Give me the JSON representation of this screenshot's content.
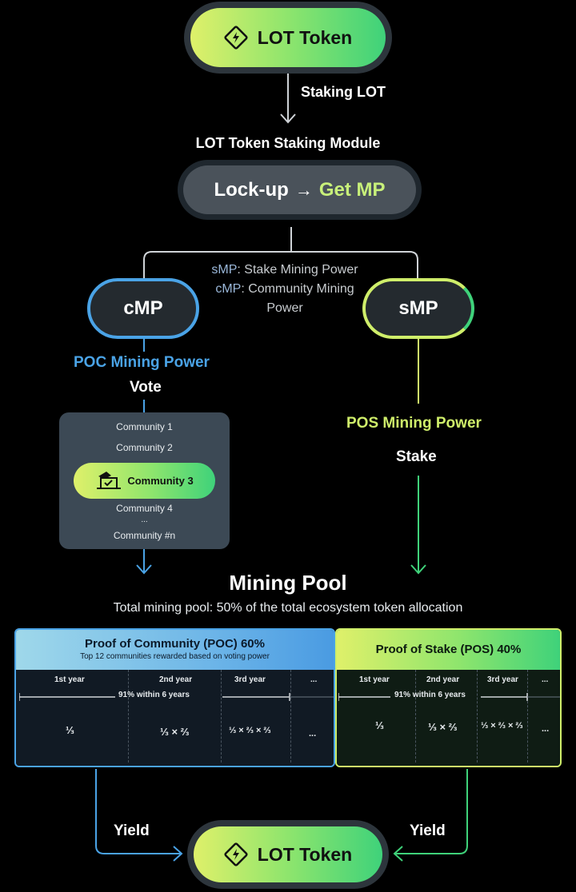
{
  "top_token": {
    "label": "LOT Token"
  },
  "staking_label": "Staking LOT",
  "module_title": "LOT Token Staking Module",
  "lockup": {
    "left": "Lock-up",
    "arrow": "→",
    "right": "Get MP"
  },
  "legend": {
    "line1_abbr": "sMP",
    "line1_text": ": Stake Mining Power",
    "line2_abbr": "cMP",
    "line2_text": ": Community Mining Power"
  },
  "cmp": {
    "label": "cMP",
    "title": "POC Mining Power",
    "action": "Vote"
  },
  "smp": {
    "label": "sMP",
    "title": "POS Mining Power",
    "action": "Stake"
  },
  "communities": [
    "Community 1",
    "Community 2",
    "Community 3",
    "Community 4",
    "...",
    "Community #n"
  ],
  "selected_community": "Community 3",
  "mining_pool": {
    "title": "Mining Pool",
    "subtitle": "Total mining pool: 50% of the total ecosystem token allocation"
  },
  "poc_table": {
    "title": "Proof of Community (POC) 60%",
    "subtitle": "Top 12 communities rewarded based on voting power",
    "headers": [
      "1st year",
      "2nd year",
      "3rd year",
      "..."
    ],
    "span_label": "91% within 6 years",
    "values": [
      "⅓",
      "⅓ × ⅔",
      "⅓ × ⅔ × ⅔",
      "..."
    ]
  },
  "pos_table": {
    "title": "Proof of Stake (POS) 40%",
    "headers": [
      "1st year",
      "2nd year",
      "3rd year",
      "..."
    ],
    "span_label": "91% within 6 years",
    "values": [
      "⅓",
      "⅓ × ⅔",
      "⅓ × ⅔ × ⅔",
      "..."
    ]
  },
  "yield_left": "Yield",
  "yield_right": "Yield",
  "bottom_token": {
    "label": "LOT Token"
  },
  "colors": {
    "poc_blue": "#4aa3e6",
    "pos_lime": "#cfee6a",
    "pos_green": "#3fd27a"
  }
}
